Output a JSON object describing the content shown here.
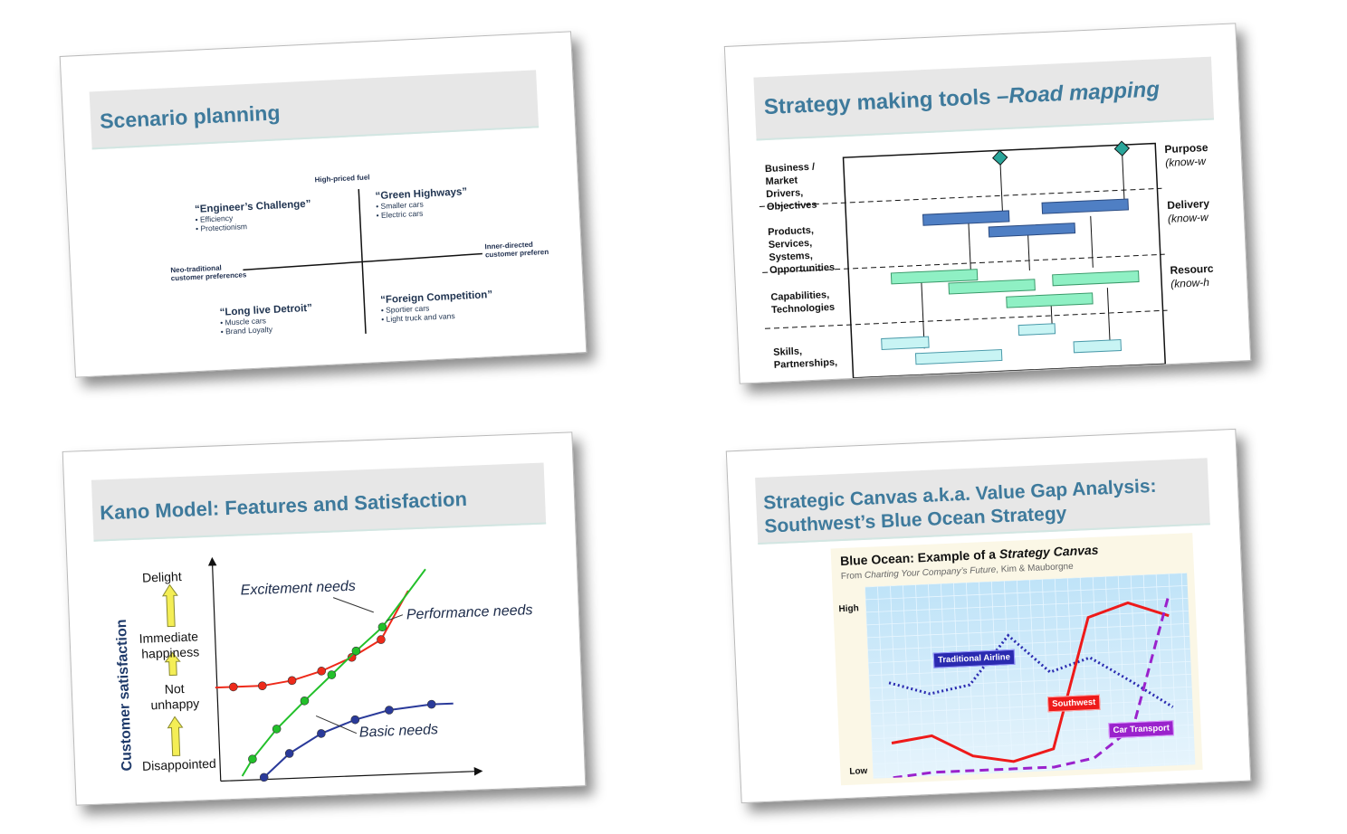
{
  "scenario": {
    "title": "Scenario planning",
    "axis_top": "High-priced fuel",
    "axis_left": [
      "Neo-traditional",
      "customer preferences"
    ],
    "axis_right": [
      "Inner-directed",
      "customer preferen"
    ],
    "quadrants": [
      {
        "title": "“Engineer’s Challenge”",
        "bullets": [
          "• Efficiency",
          "• Protectionism"
        ]
      },
      {
        "title": "“Green Highways”",
        "bullets": [
          "• Smaller cars",
          "• Electric cars"
        ]
      },
      {
        "title": "“Long live Detroit”",
        "bullets": [
          "• Muscle cars",
          "• Brand Loyalty"
        ]
      },
      {
        "title": "“Foreign Competition”",
        "bullets": [
          "• Sportier cars",
          "• Light truck and vans"
        ]
      }
    ]
  },
  "roadmap": {
    "title_plain": "Strategy making tools –",
    "title_italic": "Road mapping",
    "left_labels": [
      [
        "Business /",
        "Market",
        "Drivers,",
        "Objectives"
      ],
      [
        "Products,",
        "Services,",
        "Systems,",
        "Opportunities"
      ],
      [
        "Capabilities,",
        "Technologies"
      ],
      [
        "Skills,",
        "Partnerships,"
      ]
    ],
    "right_labels": [
      {
        "bold": "Purpose",
        "italic": "(know-w"
      },
      {
        "bold": "Delivery",
        "italic": "(know-w"
      },
      {
        "bold": "Resourc",
        "italic": "(know-h"
      }
    ],
    "colors": {
      "delivery": "#4f7fc4",
      "capability": "#8ff0c4",
      "skill": "#c8f4f4",
      "diamond": "#2aa59a"
    }
  },
  "kano": {
    "title": "Kano Model: Features and Satisfaction",
    "y_axis_label": "Customer satisfaction",
    "levels": [
      "Delight",
      "Immediate",
      "happiness",
      "Not",
      "unhappy",
      "Disappointed"
    ],
    "curve_labels": [
      "Excitement needs",
      "Performance needs",
      "Basic needs"
    ],
    "colors": {
      "excitement": "#ee2a1a",
      "performance": "#22c02a",
      "basic": "#2a3a9a",
      "arrow": "#f4ee55"
    }
  },
  "canvas": {
    "title_line1": "Strategic Canvas a.k.a. Value Gap Analysis:",
    "title_line2": "Southwest’s Blue Ocean Strategy",
    "chart_title_plain": "Blue Ocean: Example of a ",
    "chart_title_italic": "Strategy Canvas",
    "chart_subtitle_plain": "From ",
    "chart_subtitle_italic": "Charting Your Company’s Future",
    "chart_subtitle_rest": ", Kim & Mauborgne",
    "y_high": "High",
    "y_low": "Low",
    "series_labels": [
      "Traditional Airline",
      "Southwest",
      "Car Transport"
    ],
    "colors": {
      "traditional": "#2a2ab0",
      "southwest": "#ee1a1a",
      "car": "#9a22cc"
    }
  },
  "chart_data": [
    {
      "type": "line",
      "title": "Kano Model: Features and Satisfaction",
      "ylabel": "Customer satisfaction",
      "series": [
        {
          "name": "Excitement needs",
          "values": [
            0.45,
            0.45,
            0.47,
            0.51,
            0.57,
            0.65
          ]
        },
        {
          "name": "Performance needs",
          "values": [
            0.1,
            0.24,
            0.37,
            0.49,
            0.6,
            0.71
          ]
        },
        {
          "name": "Basic needs",
          "values": [
            0.01,
            0.12,
            0.21,
            0.27,
            0.31,
            0.33
          ]
        }
      ]
    },
    {
      "type": "line",
      "title": "Blue Ocean: Example of a Strategy Canvas",
      "series": [
        {
          "name": "Traditional Airline",
          "values": [
            0.5,
            0.43,
            0.47,
            0.73,
            0.52,
            0.59,
            0.45,
            0.3
          ]
        },
        {
          "name": "Southwest",
          "values": [
            0.17,
            0.2,
            0.08,
            0.04,
            0.1,
            0.81,
            0.88,
            0.8
          ]
        },
        {
          "name": "Car Transport",
          "values": [
            -0.02,
            0.0,
            0.0,
            0.0,
            0.0,
            0.04,
            0.2,
            0.9
          ]
        }
      ]
    }
  ]
}
